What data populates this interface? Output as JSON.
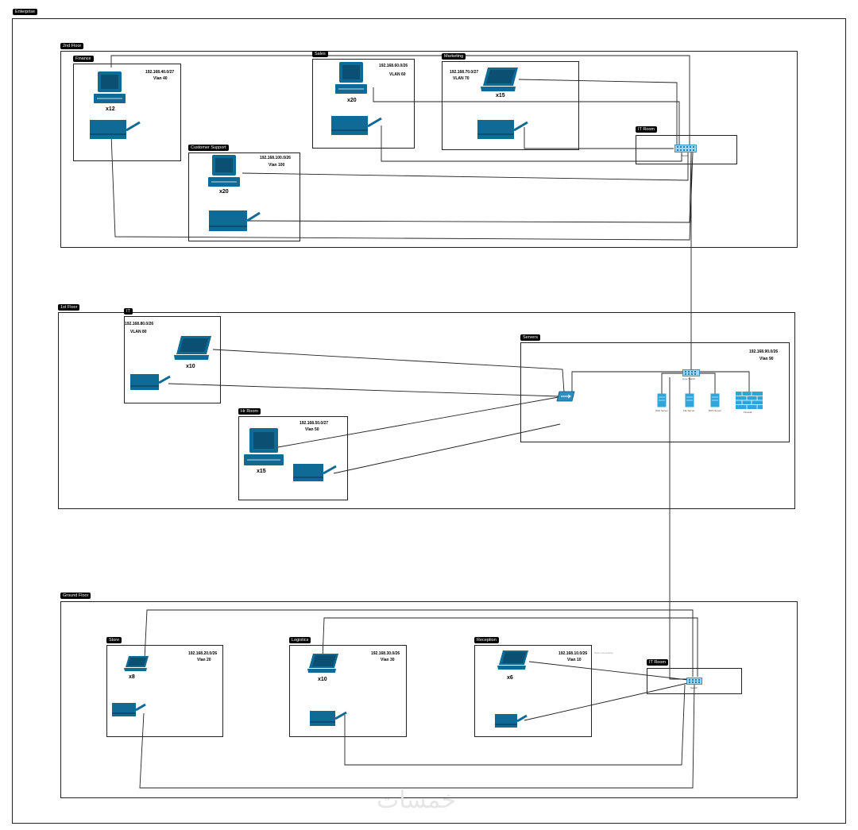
{
  "enterprise": {
    "title": "Enterprise"
  },
  "floors": {
    "second": {
      "title": "2nd Floor",
      "finance": {
        "title": "Finance",
        "subnet": "192.168.40.0/27",
        "vlan": "Vlan 40",
        "count": "x12"
      },
      "sales": {
        "title": "Sales",
        "subnet": "192.168.60.0/26",
        "vlan": "VLAN 60",
        "count": "x20"
      },
      "marketing": {
        "title": "Marketing",
        "subnet": "192.168.70.0/27",
        "vlan": "VLAN 70",
        "count": "x15"
      },
      "customer_support": {
        "title": "Customer Support",
        "subnet": "192.168.100.0/26",
        "vlan": "Vlan 100",
        "count": "x20"
      },
      "it_room": {
        "title": "IT Room",
        "switch_label": "Switch"
      }
    },
    "first": {
      "title": "1st Floor",
      "it": {
        "title": "IT",
        "subnet": "192.168.80.0/26",
        "vlan": "VLAN 80",
        "count": "x10"
      },
      "hr_room": {
        "title": "Hr Room",
        "subnet": "192.168.50.0/27",
        "vlan": "Vlan 50",
        "count": "x15"
      },
      "servers": {
        "title": "Servers",
        "subnet": "192.168.90.0/26",
        "vlan": "Vlan 90",
        "core_switch_label": "Core Switch",
        "server_labels": [
          "Web Server",
          "File Server",
          "DNS Server",
          "Firewall"
        ]
      }
    },
    "ground": {
      "title": "Ground Floor",
      "store": {
        "title": "Store",
        "subnet": "192.168.20.0/26",
        "vlan": "Vlan 20",
        "count": "x8"
      },
      "logistics": {
        "title": "Logistics",
        "subnet": "192.168.30.0/26",
        "vlan": "Vlan 30",
        "count": "x10"
      },
      "reception": {
        "title": "Reception",
        "subnet": "192.168.10.0/26",
        "vlan": "Vlan 10",
        "count": "x6",
        "note": "Open connectivity"
      },
      "it_room": {
        "title": "IT Room",
        "switch_label": "Switch"
      }
    }
  },
  "watermark": "خمسات",
  "colors": {
    "device": "#0f6a96",
    "device_dark": "#0b4f72",
    "server": "#2ea6dc",
    "line": "#222222"
  }
}
